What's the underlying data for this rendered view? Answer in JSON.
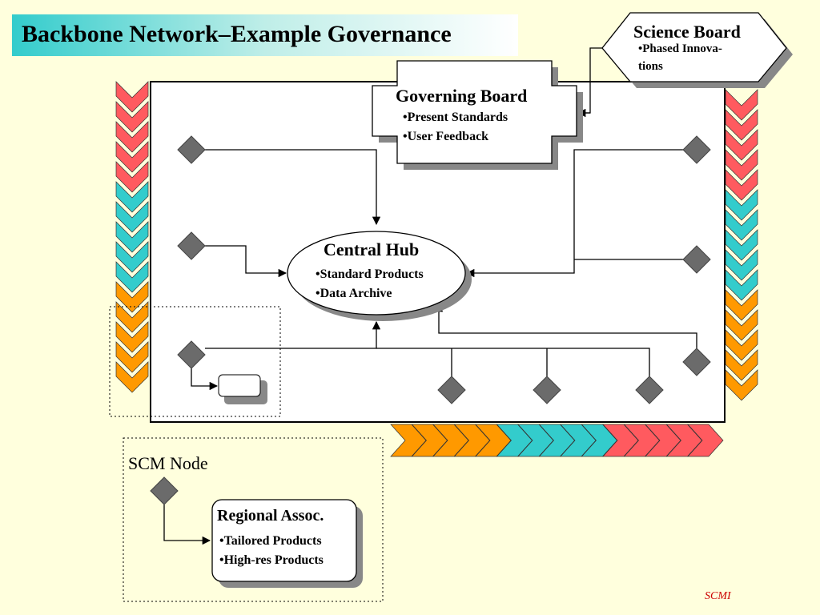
{
  "title": "Backbone Network–Example Governance",
  "science_board": {
    "heading": "Science Board",
    "bullets": [
      "•Phased Innova-",
      "tions"
    ]
  },
  "governing_board": {
    "heading": "Governing Board",
    "bullets": [
      "•Present Standards",
      "•User Feedback"
    ]
  },
  "central_hub": {
    "heading": "Central Hub",
    "bullets": [
      "•Standard Products",
      "•Data Archive"
    ]
  },
  "scm_node": {
    "label": "SCM Node"
  },
  "regional_assoc": {
    "heading": "Regional Assoc.",
    "bullets": [
      "•Tailored Products",
      "•High-res Products"
    ]
  },
  "footer": {
    "mark": "SCMI"
  },
  "colors": {
    "background": "#FFFFDD",
    "red": "#FF5A5F",
    "teal": "#33CCCC",
    "orange": "#FF9900",
    "node_gray": "#6B6B6B",
    "title_gradient_start": "#33CCCC"
  }
}
